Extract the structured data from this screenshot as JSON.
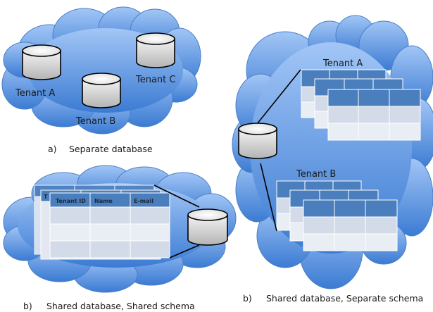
{
  "colors": {
    "cloud_light": "#9dc2f5",
    "cloud_dark": "#3f7fd6",
    "cloud_stroke": "#4a7fc6",
    "table_header": "#4a7ebc",
    "table_row_a": "#d3dbe8",
    "table_row_b": "#e9edf4",
    "cylinder_light": "#f2f2f2",
    "cylinder_dark": "#b9b9b9",
    "line": "#000000"
  },
  "panel_a": {
    "caption_letter": "a)",
    "caption_text": "Separate database",
    "databases": [
      {
        "label": "Tenant A"
      },
      {
        "label": "Tenant B"
      },
      {
        "label": "Tenant C"
      }
    ]
  },
  "panel_b_shared": {
    "caption_letter": "b)",
    "caption_text": "Shared database, Shared schema",
    "table_columns": [
      "Tenant ID",
      "Name",
      "E-mail"
    ],
    "partial_header": "T",
    "stacked_tables": 3,
    "rows": 3
  },
  "panel_b_separate": {
    "caption_letter": "b)",
    "caption_text": "Shared database, Separate schema",
    "groups": [
      {
        "label": "Tenant A",
        "stacked_tables": 3,
        "rows": 2
      },
      {
        "label": "Tenant B",
        "stacked_tables": 3,
        "rows": 2
      }
    ]
  }
}
